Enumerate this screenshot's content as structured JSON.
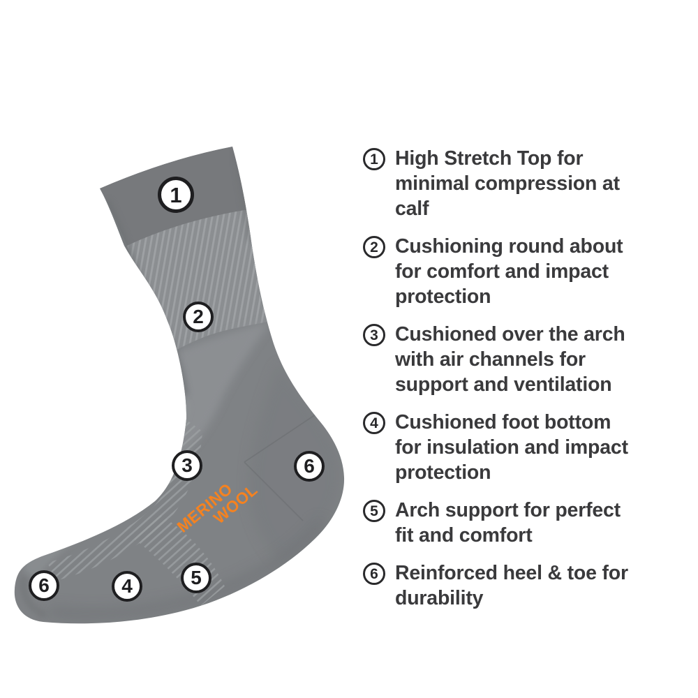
{
  "diagram": {
    "title": "Merino wool sock feature diagram",
    "product_label": {
      "line1": "MERINO",
      "line2": "WOOL"
    },
    "callouts": [
      {
        "num": "1",
        "area": "high-stretch-top-cuff"
      },
      {
        "num": "2",
        "area": "cushioning-leg"
      },
      {
        "num": "3",
        "area": "arch-over-ankle"
      },
      {
        "num": "6",
        "area": "reinforced-heel"
      },
      {
        "num": "5",
        "area": "arch-support"
      },
      {
        "num": "4",
        "area": "cushioned-foot-bottom"
      },
      {
        "num": "6",
        "area": "reinforced-toe"
      }
    ],
    "colors": {
      "background": "#FFFFFF",
      "sock_base": "#7F8285",
      "sock_cuff": "#77797C",
      "sock_rib": "#8B8E91",
      "rib_stripe": "#9EA1A4",
      "light_panel": "#8F9295",
      "label_orange": "#F58220",
      "callout_ring": "#1E1E20",
      "legend_text": "#3A3A3C"
    }
  },
  "features": {
    "items": [
      {
        "num": "1",
        "text": "High Stretch Top for\nminimal compression at\ncalf"
      },
      {
        "num": "2",
        "text": "Cushioning round about\nfor comfort and impact\nprotection"
      },
      {
        "num": "3",
        "text": "Cushioned over the arch\nwith air channels for\nsupport and ventilation"
      },
      {
        "num": "4",
        "text": "Cushioned foot bottom\nfor insulation and impact\nprotection"
      },
      {
        "num": "5",
        "text": "Arch support for perfect\nfit and comfort"
      },
      {
        "num": "6",
        "text": "Reinforced heel & toe for\ndurability"
      }
    ]
  }
}
